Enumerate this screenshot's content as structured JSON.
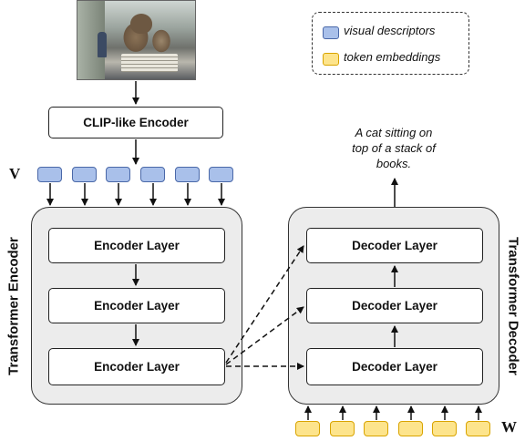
{
  "legend": {
    "visual": "visual descriptors",
    "token": "token embeddings",
    "visual_color": "#a9c0ea",
    "token_color": "#fde48c"
  },
  "clip_encoder": "CLIP-like Encoder",
  "v_label": "V",
  "w_label": "W",
  "encoder": {
    "title": "Transformer Encoder",
    "layers": [
      "Encoder Layer",
      "Encoder Layer",
      "Encoder Layer"
    ]
  },
  "decoder": {
    "title": "Transformer Decoder",
    "layers": [
      "Decoder Layer",
      "Decoder Layer",
      "Decoder Layer"
    ]
  },
  "caption_lines": [
    "A cat sitting on",
    "top of a stack of",
    "books."
  ]
}
